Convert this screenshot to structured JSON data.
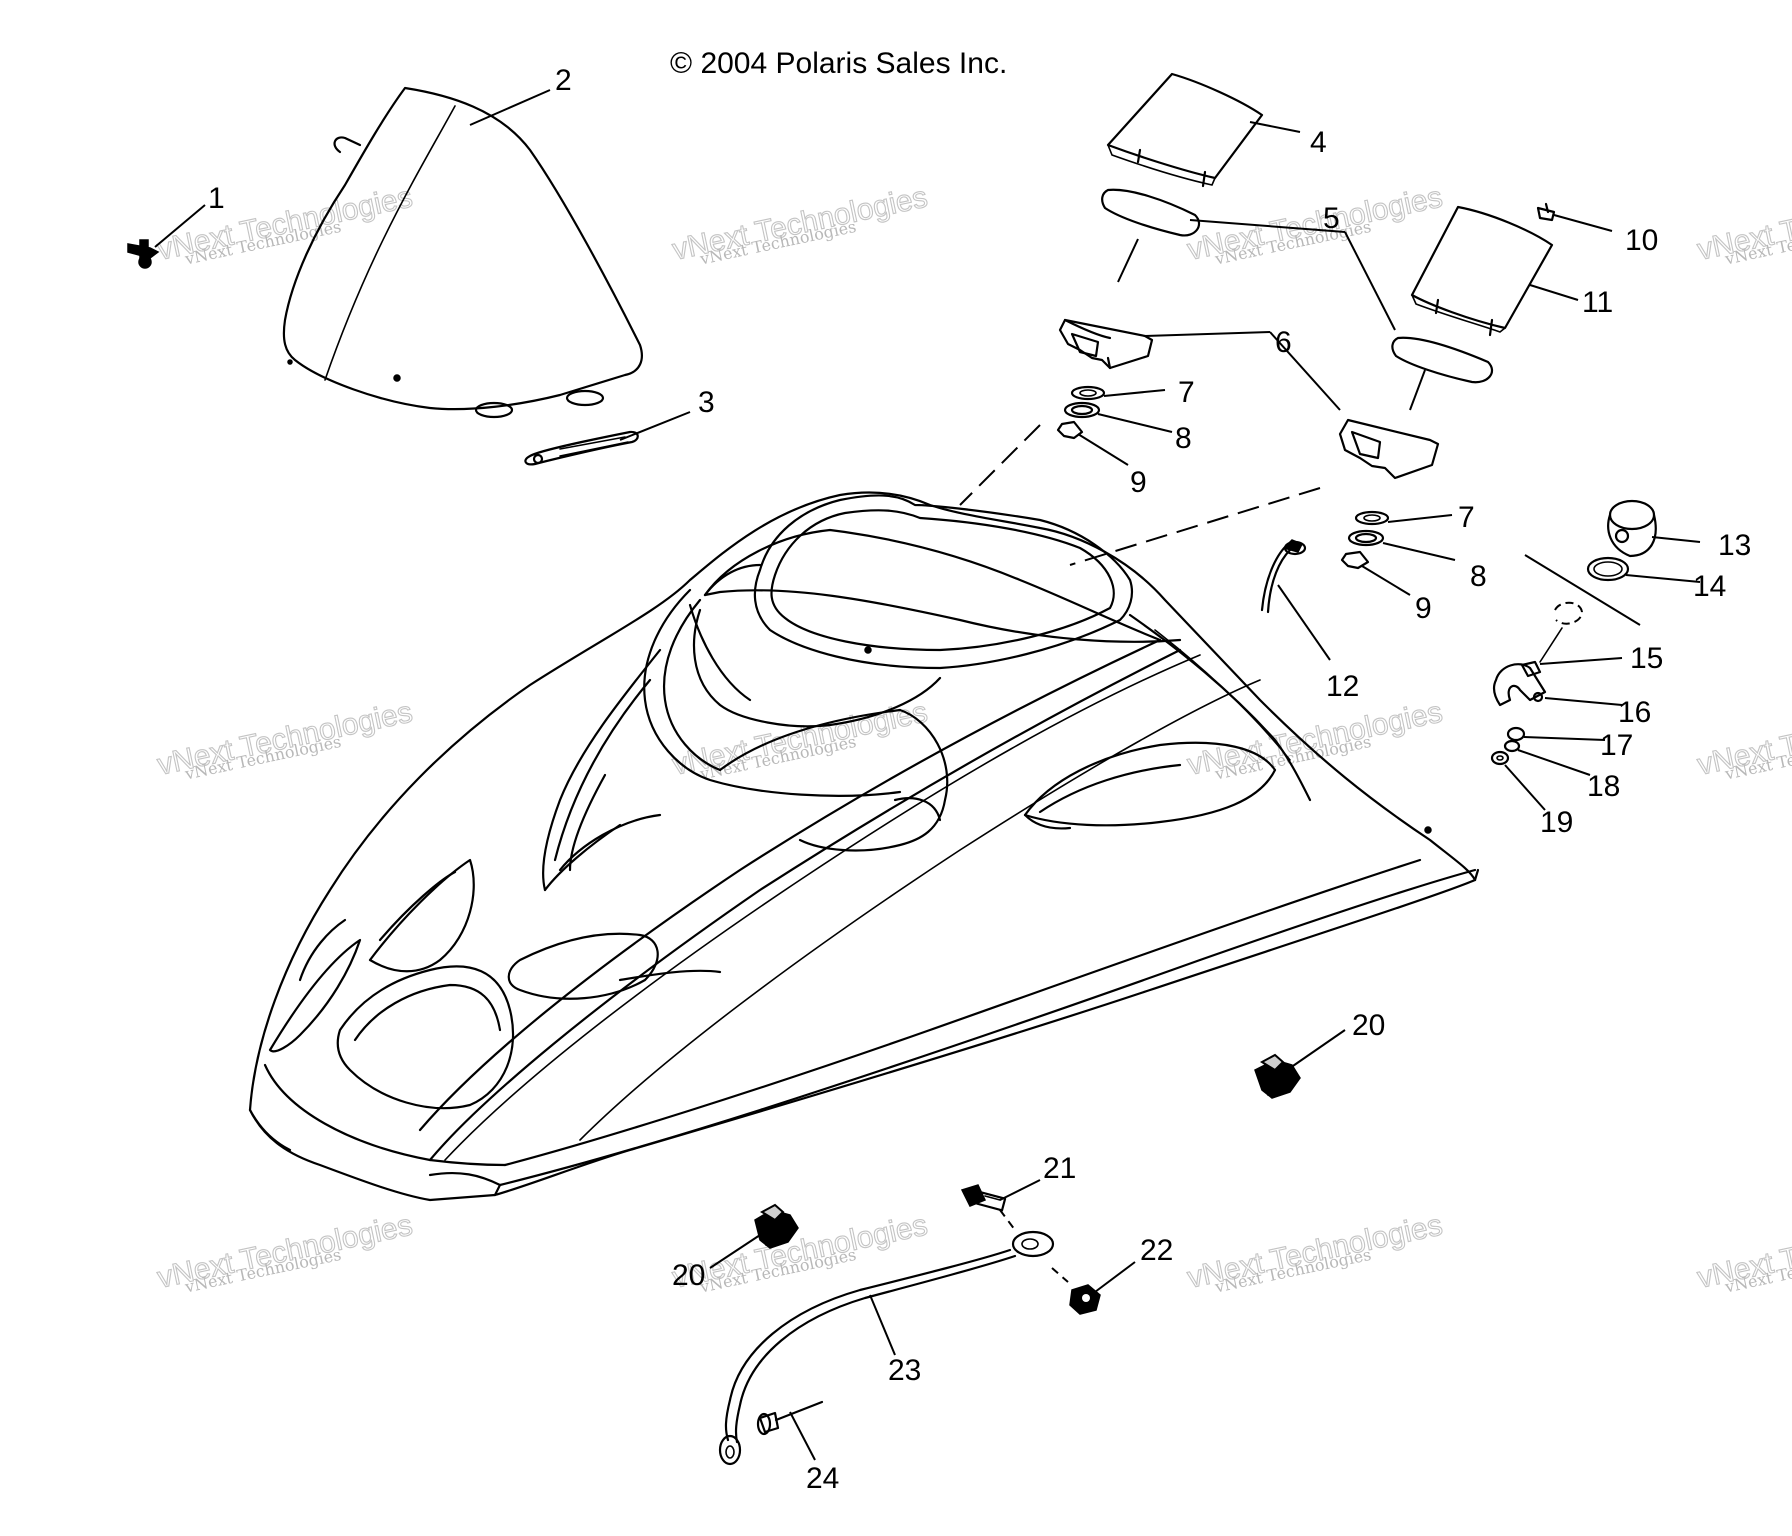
{
  "copyright": "© 2004 Polaris Sales Inc.",
  "watermark": {
    "line1": "vNext Technologies",
    "line2": "vNext Technologies"
  },
  "callouts": {
    "c1": "1",
    "c2": "2",
    "c3": "3",
    "c4": "4",
    "c5": "5",
    "c6": "6",
    "c7a": "7",
    "c7b": "7",
    "c8a": "8",
    "c8b": "8",
    "c9a": "9",
    "c9b": "9",
    "c10": "10",
    "c11": "11",
    "c12": "12",
    "c13": "13",
    "c14": "14",
    "c15": "15",
    "c16": "16",
    "c17": "17",
    "c18": "18",
    "c19": "19",
    "c20a": "20",
    "c20b": "20",
    "c21": "21",
    "c22": "22",
    "c23": "23",
    "c24": "24"
  },
  "colors": {
    "line": "#000000",
    "background": "#ffffff",
    "watermark": "#bbbbbb"
  }
}
